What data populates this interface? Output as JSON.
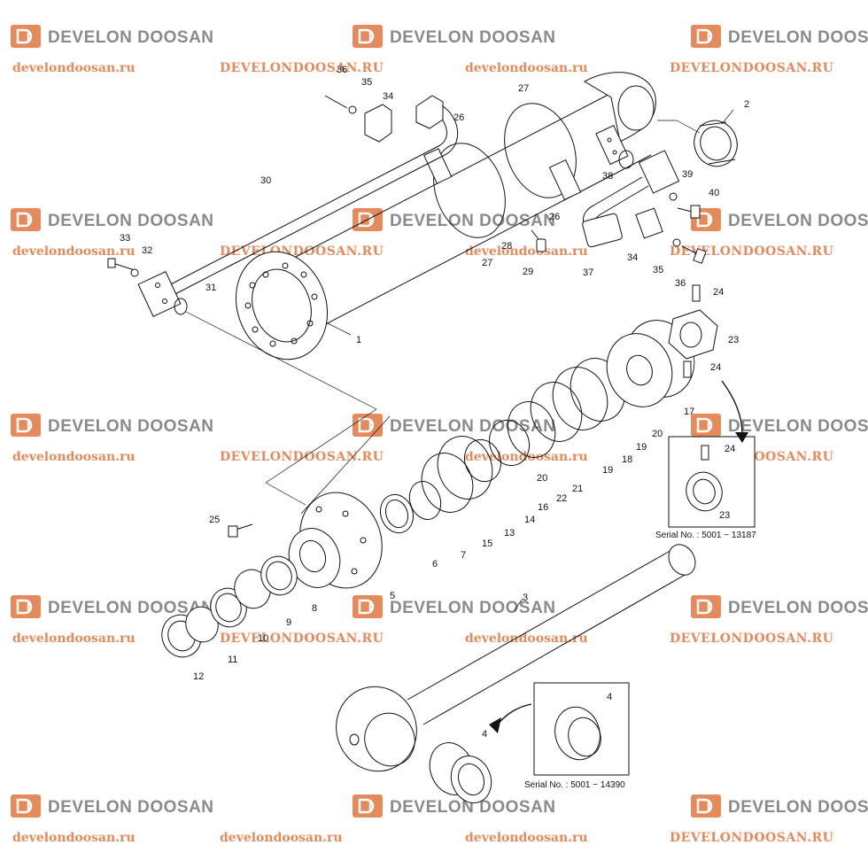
{
  "watermark": {
    "logo_text": "DEVELON DOOSAN",
    "site_lower": "develondoosan.ru",
    "site_upper": "DEVELONDOOSAN.RU",
    "logo_color": "#8a8a8a",
    "logo_mark_color": "#e58a5a",
    "site_color": "#e58a5a"
  },
  "serials": {
    "nut_detail": "Serial No. : 5001 ~ 13187",
    "bushing_detail": "Serial No. : 5001 ~ 14390"
  },
  "parts": {
    "p1": "1",
    "p2": "2",
    "p3": "3",
    "p4": "4",
    "p5": "5",
    "p6": "6",
    "p7": "7",
    "p8": "8",
    "p9": "9",
    "p10": "10",
    "p11": "11",
    "p12": "12",
    "p13": "13",
    "p14": "14",
    "p15": "15",
    "p16": "16",
    "p17": "17",
    "p18": "18",
    "p19": "19",
    "p20": "20",
    "p21": "21",
    "p22": "22",
    "p23": "23",
    "p24": "24",
    "p25": "25",
    "p26": "26",
    "p27": "27",
    "p28": "28",
    "p29": "29",
    "p30": "30",
    "p31": "31",
    "p32": "32",
    "p33": "33",
    "p34": "34",
    "p35": "35",
    "p36": "36",
    "p37": "37",
    "p38": "38",
    "p39": "39",
    "p40": "40"
  }
}
